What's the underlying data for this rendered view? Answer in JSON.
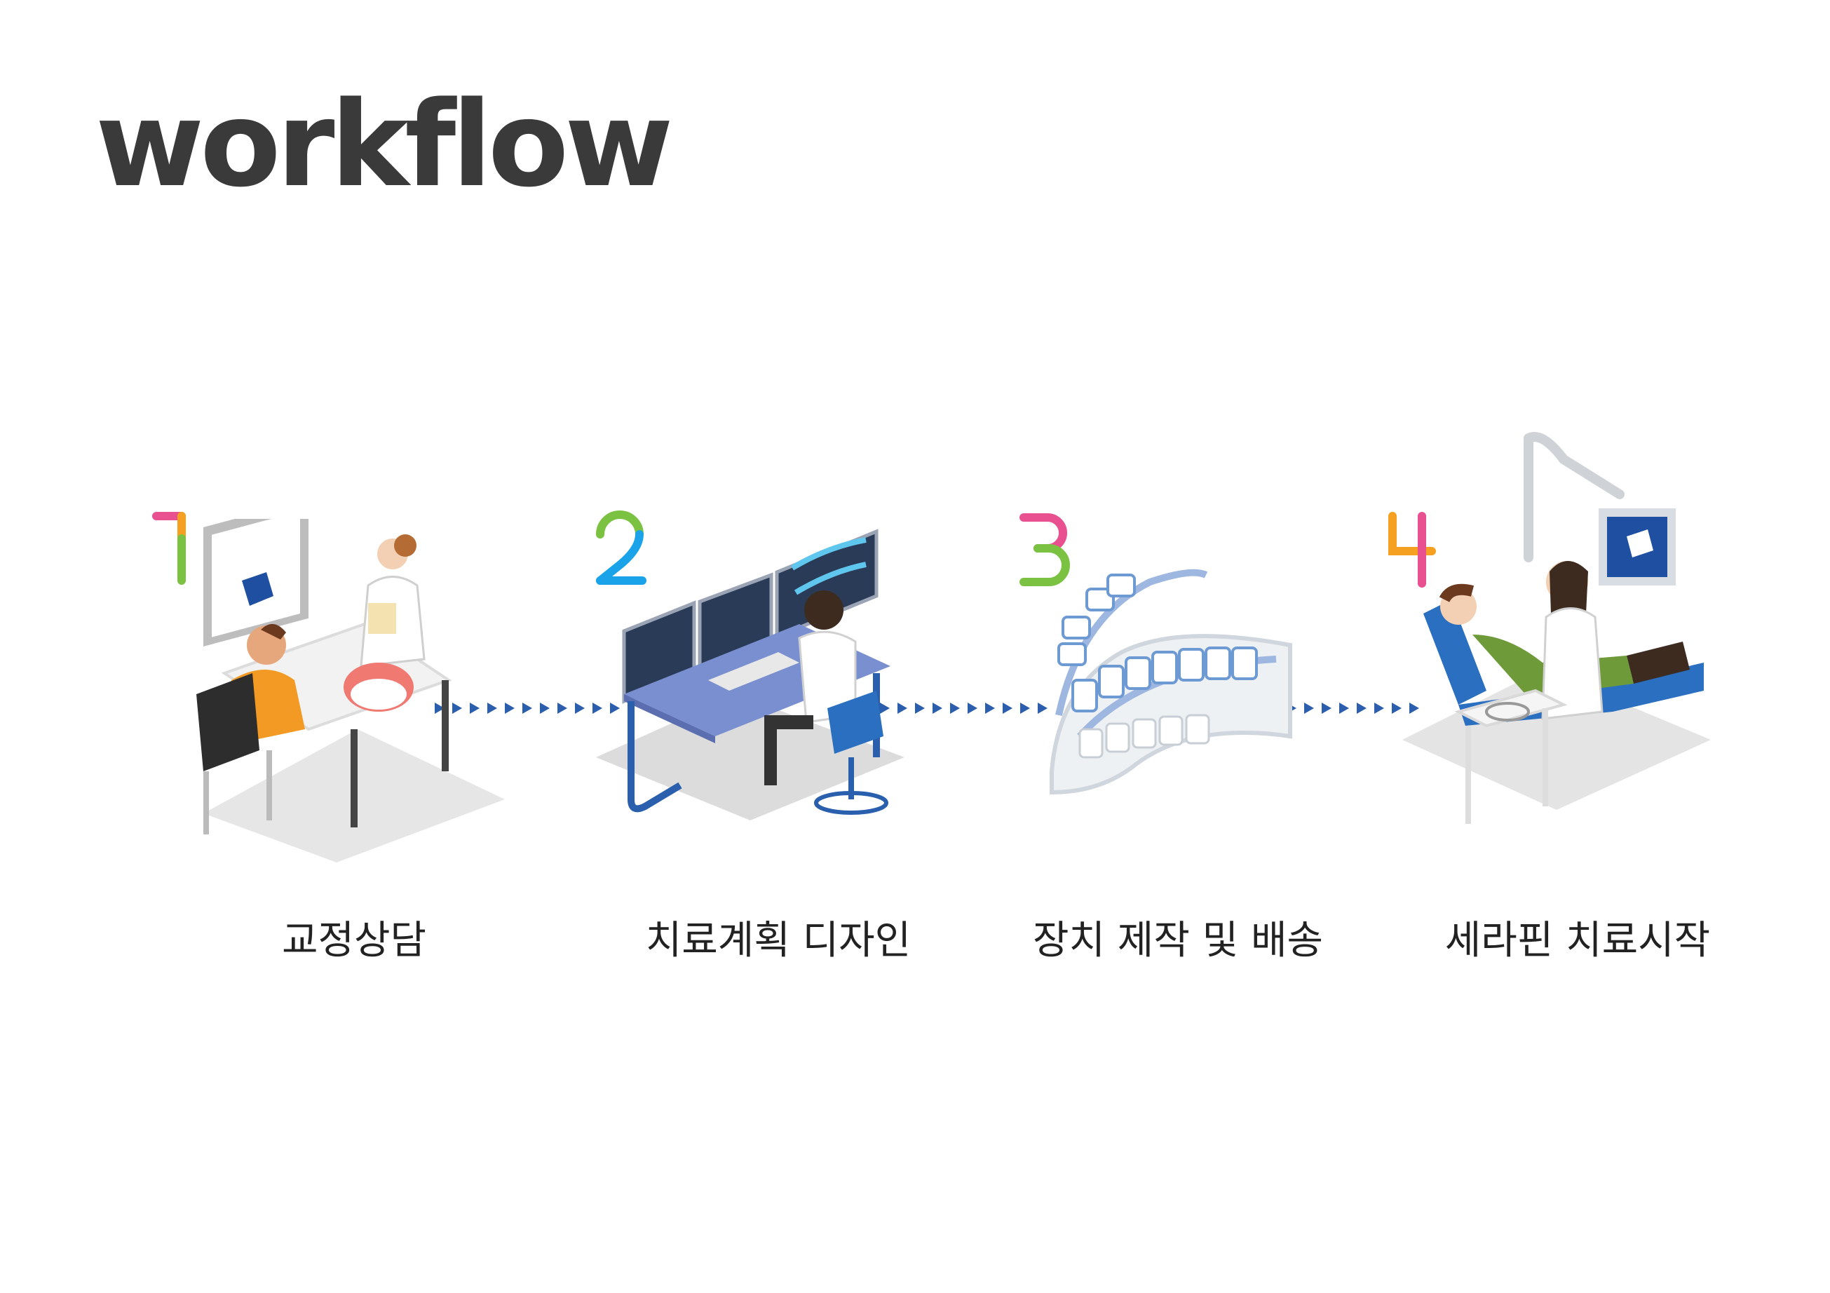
{
  "title": "workflow",
  "steps": [
    {
      "number": "1",
      "label": "교정상담",
      "icon": "consultation-illustration"
    },
    {
      "number": "2",
      "label": "치료계획 디자인",
      "icon": "treatment-design-illustration"
    },
    {
      "number": "3",
      "label": "장치 제작 및 배송",
      "icon": "clear-aligner-illustration"
    },
    {
      "number": "4",
      "label": "세라핀 치료시작",
      "icon": "dental-chair-illustration"
    }
  ],
  "colors": {
    "title": "#3a3a3a",
    "arrow": "#2b5fae",
    "pink": "#e8508f",
    "green": "#7cc242",
    "blue": "#1aa3e8",
    "orange": "#f5a020",
    "brand_blue": "#1e4fa0"
  }
}
